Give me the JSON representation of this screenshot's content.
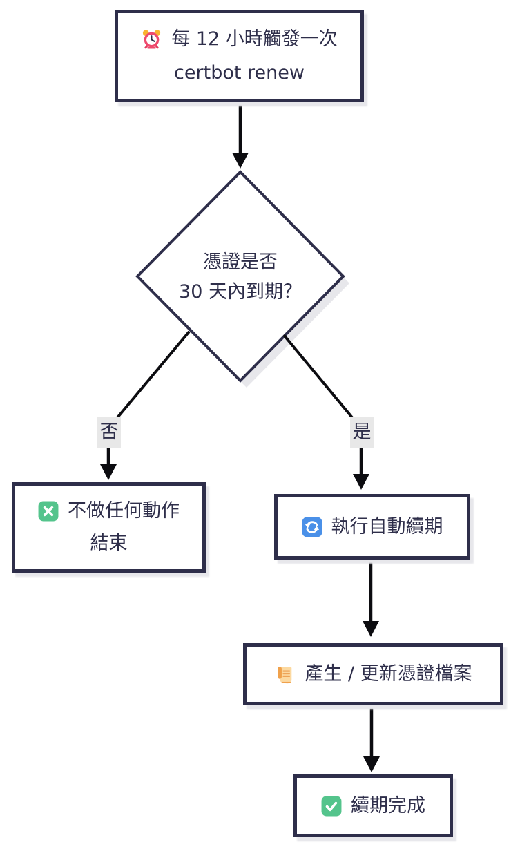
{
  "colors": {
    "border": "#2e2e4a",
    "text": "#2e2e4a",
    "arrow": "#0c0c10",
    "label-bg": "#e8e8e8",
    "shadow": "#e7e7eb",
    "canvas-bg": "#ffffff",
    "icon-green": "#54c48c",
    "icon-blue": "#4a90e8",
    "icon-pink": "#ef4a6e",
    "icon-pink-dark": "#e23a5e",
    "icon-yellow": "#f9b32f",
    "icon-tan": "#fcd9a0",
    "icon-orange": "#f0a14b",
    "icon-orange-dark": "#e8913f"
  },
  "flowchart": {
    "nodes": {
      "trigger": {
        "emoji": "⏰",
        "icon": "alarm-clock",
        "line1": "每 12 小時觸發一次",
        "line2": "certbot renew"
      },
      "decision": {
        "line1": "憑證是否",
        "line2": "30 天內到期？"
      },
      "no_action": {
        "emoji": "❎",
        "icon": "cross-mark-button",
        "line1": "不做任何動作",
        "line2": "結束"
      },
      "renew": {
        "emoji": "🔄",
        "icon": "counterclockwise-arrows-button",
        "line1": "執行自動續期"
      },
      "update_files": {
        "emoji": "📜",
        "icon": "scroll",
        "line1": "產生 / 更新憑證檔案"
      },
      "done": {
        "emoji": "✅",
        "icon": "check-mark-button",
        "line1": "續期完成"
      }
    },
    "edge_labels": {
      "no": "否",
      "yes": "是"
    }
  }
}
